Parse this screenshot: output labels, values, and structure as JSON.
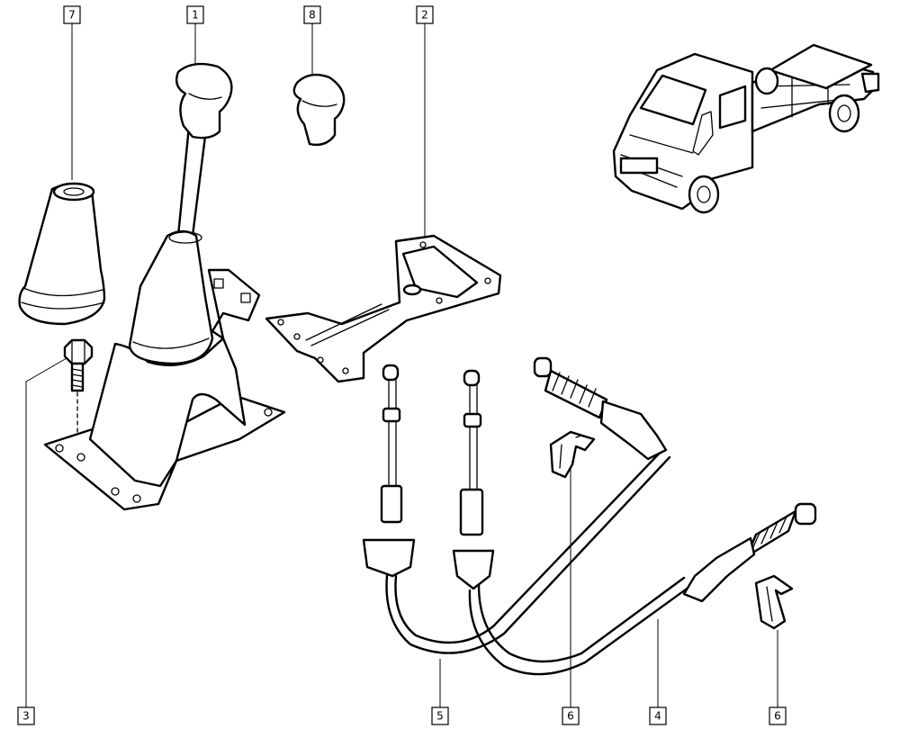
{
  "callouts": [
    {
      "id": "c7",
      "label": "7"
    },
    {
      "id": "c1",
      "label": "1"
    },
    {
      "id": "c8",
      "label": "8"
    },
    {
      "id": "c2",
      "label": "2"
    },
    {
      "id": "c3",
      "label": "3"
    },
    {
      "id": "c5",
      "label": "5"
    },
    {
      "id": "c6a",
      "label": "6"
    },
    {
      "id": "c4",
      "label": "4"
    },
    {
      "id": "c6b",
      "label": "6"
    }
  ]
}
